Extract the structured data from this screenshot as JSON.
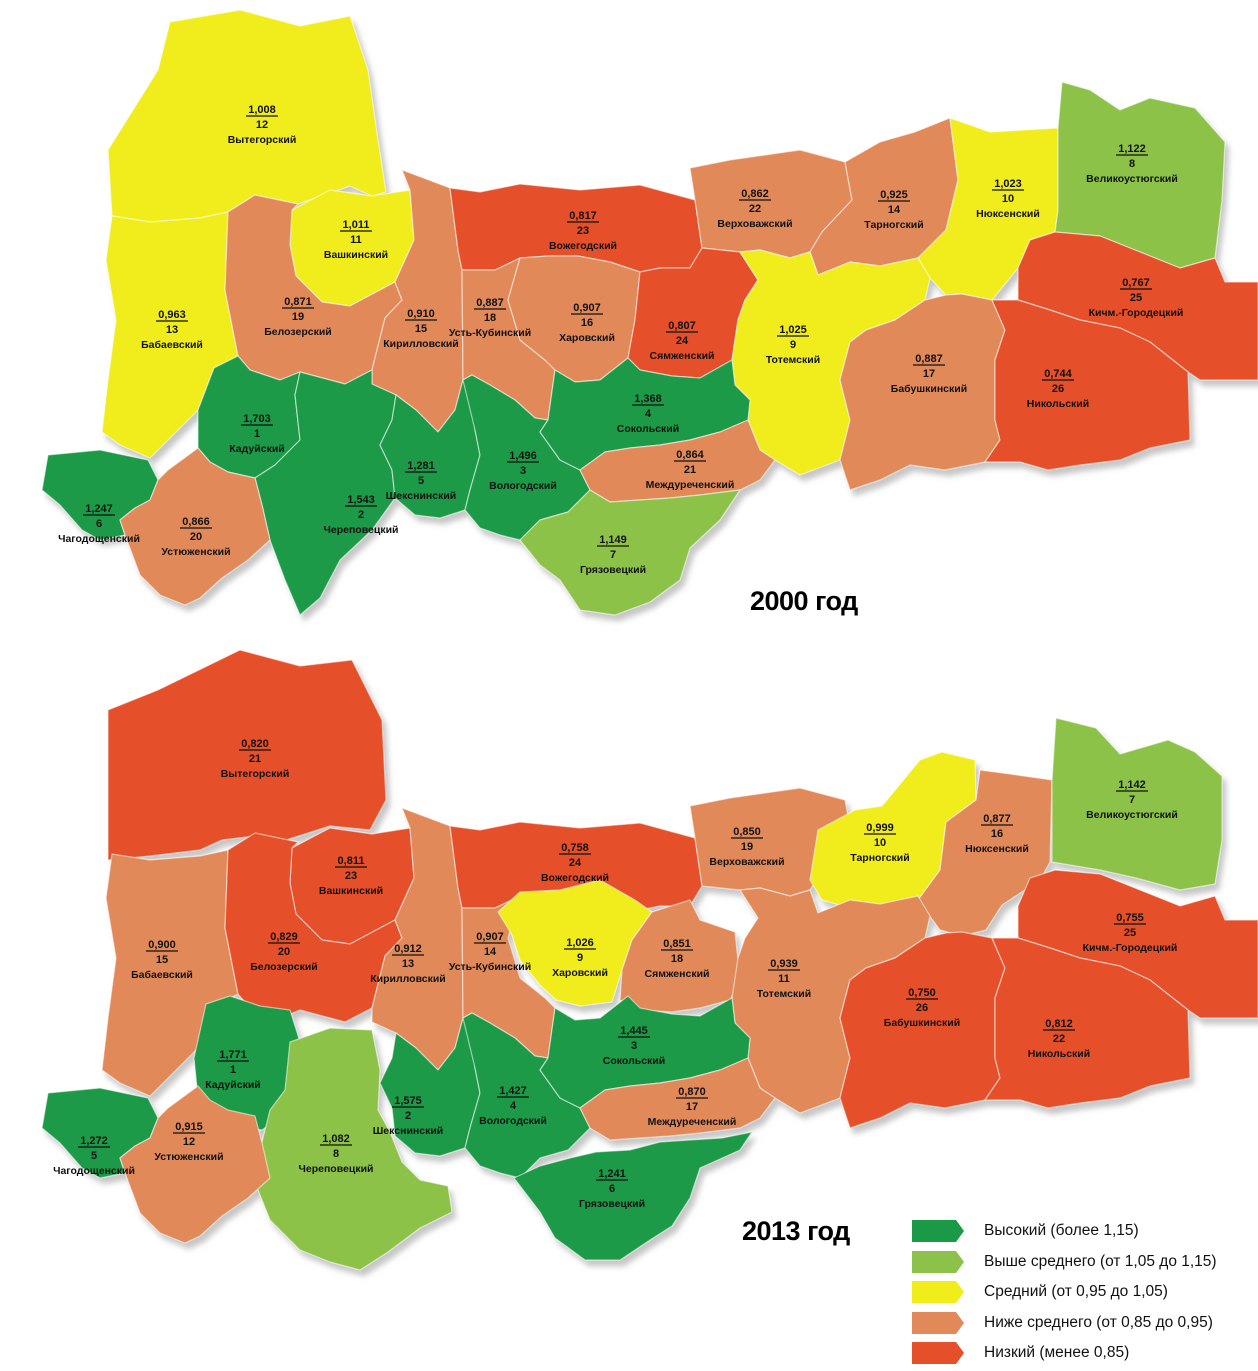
{
  "maps": [
    {
      "year_label": "2000 год",
      "districts": [
        {
          "id": "vytegorsky",
          "name": "Вытегорский",
          "value": "1,008",
          "rank": "12",
          "level": "medium"
        },
        {
          "id": "vashkinsky",
          "name": "Вашкинский",
          "value": "1,011",
          "rank": "11",
          "level": "medium"
        },
        {
          "id": "babaevsky",
          "name": "Бабаевский",
          "value": "0,963",
          "rank": "13",
          "level": "medium"
        },
        {
          "id": "belozersky",
          "name": "Белозерский",
          "value": "0,871",
          "rank": "19",
          "level": "below"
        },
        {
          "id": "kirillovsky",
          "name": "Кирилловский",
          "value": "0,910",
          "rank": "15",
          "level": "below"
        },
        {
          "id": "vozhegodsky",
          "name": "Вожегодский",
          "value": "0,817",
          "rank": "23",
          "level": "low"
        },
        {
          "id": "verkhovazhsky",
          "name": "Верховажский",
          "value": "0,862",
          "rank": "22",
          "level": "below"
        },
        {
          "id": "tarnogsky",
          "name": "Тарногский",
          "value": "0,925",
          "rank": "14",
          "level": "below"
        },
        {
          "id": "nyuksensky",
          "name": "Нюксенский",
          "value": "1,023",
          "rank": "10",
          "level": "medium"
        },
        {
          "id": "velikoustyugsky",
          "name": "Великоустюгский",
          "value": "1,122",
          "rank": "8",
          "level": "above"
        },
        {
          "id": "ust_kubinsky",
          "name": "Усть-Кубинский",
          "value": "0,887",
          "rank": "18",
          "level": "below"
        },
        {
          "id": "kharovsky",
          "name": "Харовский",
          "value": "0,907",
          "rank": "16",
          "level": "below"
        },
        {
          "id": "syamzhensky",
          "name": "Сямженский",
          "value": "0,807",
          "rank": "24",
          "level": "low"
        },
        {
          "id": "totemsky",
          "name": "Тотемский",
          "value": "1,025",
          "rank": "9",
          "level": "medium"
        },
        {
          "id": "babushkinsky",
          "name": "Бабушкинский",
          "value": "0,887",
          "rank": "17",
          "level": "below"
        },
        {
          "id": "kichm_gorodetsky",
          "name": "Кичм.-Городецкий",
          "value": "0,767",
          "rank": "25",
          "level": "low"
        },
        {
          "id": "nikolsky",
          "name": "Никольский",
          "value": "0,744",
          "rank": "26",
          "level": "low"
        },
        {
          "id": "kaduysky",
          "name": "Кадуйский",
          "value": "1,703",
          "rank": "1",
          "level": "high"
        },
        {
          "id": "cherepovetsky",
          "name": "Череповецкий",
          "value": "1,543",
          "rank": "2",
          "level": "high"
        },
        {
          "id": "sheksninsky",
          "name": "Шекснинский",
          "value": "1,281",
          "rank": "5",
          "level": "high"
        },
        {
          "id": "vologodsky",
          "name": "Вологодский",
          "value": "1,496",
          "rank": "3",
          "level": "high"
        },
        {
          "id": "sokolsky",
          "name": "Сокольский",
          "value": "1,368",
          "rank": "4",
          "level": "high"
        },
        {
          "id": "mezhdurechensky",
          "name": "Междуреченский",
          "value": "0,864",
          "rank": "21",
          "level": "below"
        },
        {
          "id": "gryazovetsky",
          "name": "Грязовецкий",
          "value": "1,149",
          "rank": "7",
          "level": "above"
        },
        {
          "id": "chagodoshchensky",
          "name": "Чагодощенский",
          "value": "1,247",
          "rank": "6",
          "level": "high"
        },
        {
          "id": "ustyuzhensky",
          "name": "Устюженский",
          "value": "0,866",
          "rank": "20",
          "level": "below"
        }
      ]
    },
    {
      "year_label": "2013 год",
      "districts": [
        {
          "id": "vytegorsky",
          "name": "Вытегорский",
          "value": "0,820",
          "rank": "21",
          "level": "low"
        },
        {
          "id": "vashkinsky",
          "name": "Вашкинский",
          "value": "0,811",
          "rank": "23",
          "level": "low"
        },
        {
          "id": "babaevsky",
          "name": "Бабаевский",
          "value": "0,900",
          "rank": "15",
          "level": "below"
        },
        {
          "id": "belozersky",
          "name": "Белозерский",
          "value": "0,829",
          "rank": "20",
          "level": "low"
        },
        {
          "id": "kirillovsky",
          "name": "Кирилловский",
          "value": "0,912",
          "rank": "13",
          "level": "below"
        },
        {
          "id": "vozhegodsky",
          "name": "Вожегодский",
          "value": "0,758",
          "rank": "24",
          "level": "low"
        },
        {
          "id": "verkhovazhsky",
          "name": "Верховажский",
          "value": "0,850",
          "rank": "19",
          "level": "below"
        },
        {
          "id": "tarnogsky",
          "name": "Тарногский",
          "value": "0,999",
          "rank": "10",
          "level": "medium"
        },
        {
          "id": "nyuksensky",
          "name": "Нюксенский",
          "value": "0,877",
          "rank": "16",
          "level": "below"
        },
        {
          "id": "velikoustyugsky",
          "name": "Великоустюгский",
          "value": "1,142",
          "rank": "7",
          "level": "above"
        },
        {
          "id": "ust_kubinsky",
          "name": "Усть-Кубинский",
          "value": "0,907",
          "rank": "14",
          "level": "below"
        },
        {
          "id": "kharovsky",
          "name": "Харовский",
          "value": "1,026",
          "rank": "9",
          "level": "medium"
        },
        {
          "id": "syamzhensky",
          "name": "Сямженский",
          "value": "0,851",
          "rank": "18",
          "level": "below"
        },
        {
          "id": "totemsky",
          "name": "Тотемский",
          "value": "0,939",
          "rank": "11",
          "level": "below"
        },
        {
          "id": "babushkinsky",
          "name": "Бабушкинский",
          "value": "0,750",
          "rank": "26",
          "level": "low"
        },
        {
          "id": "kichm_gorodetsky",
          "name": "Кичм.-Городецкий",
          "value": "0,755",
          "rank": "25",
          "level": "low"
        },
        {
          "id": "nikolsky",
          "name": "Никольский",
          "value": "0,812",
          "rank": "22",
          "level": "low"
        },
        {
          "id": "kaduysky",
          "name": "Кадуйский",
          "value": "1,771",
          "rank": "1",
          "level": "high"
        },
        {
          "id": "cherepovetsky",
          "name": "Череповецкий",
          "value": "1,082",
          "rank": "8",
          "level": "above"
        },
        {
          "id": "sheksninsky",
          "name": "Шекснинский",
          "value": "1,575",
          "rank": "2",
          "level": "high"
        },
        {
          "id": "vologodsky",
          "name": "Вологодский",
          "value": "1,427",
          "rank": "4",
          "level": "high"
        },
        {
          "id": "sokolsky",
          "name": "Сокольский",
          "value": "1,445",
          "rank": "3",
          "level": "high"
        },
        {
          "id": "mezhdurechensky",
          "name": "Междуреченский",
          "value": "0,870",
          "rank": "17",
          "level": "below"
        },
        {
          "id": "gryazovetsky",
          "name": "Грязовецкий",
          "value": "1,241",
          "rank": "6",
          "level": "high"
        },
        {
          "id": "chagodoshchensky",
          "name": "Чагодощенский",
          "value": "1,272",
          "rank": "5",
          "level": "high"
        },
        {
          "id": "ustyuzhensky",
          "name": "Устюженский",
          "value": "0,915",
          "rank": "12",
          "level": "below"
        }
      ]
    }
  ],
  "colors": {
    "high": "#1a9a46",
    "above": "#8dc24a",
    "medium": "#f1ed1a",
    "below": "#e2895a",
    "low": "#e5502a"
  },
  "legend": [
    {
      "level": "high",
      "label": "Высокий (более 1,15)"
    },
    {
      "level": "above",
      "label": "Выше среднего (от 1,05 до 1,15)"
    },
    {
      "level": "medium",
      "label": "Средний (от 0,95 до 1,05)"
    },
    {
      "level": "below",
      "label": "Ниже среднего (от 0,85 до 0,95)"
    },
    {
      "level": "low",
      "label": "Низкий (менее 0,85)"
    }
  ]
}
